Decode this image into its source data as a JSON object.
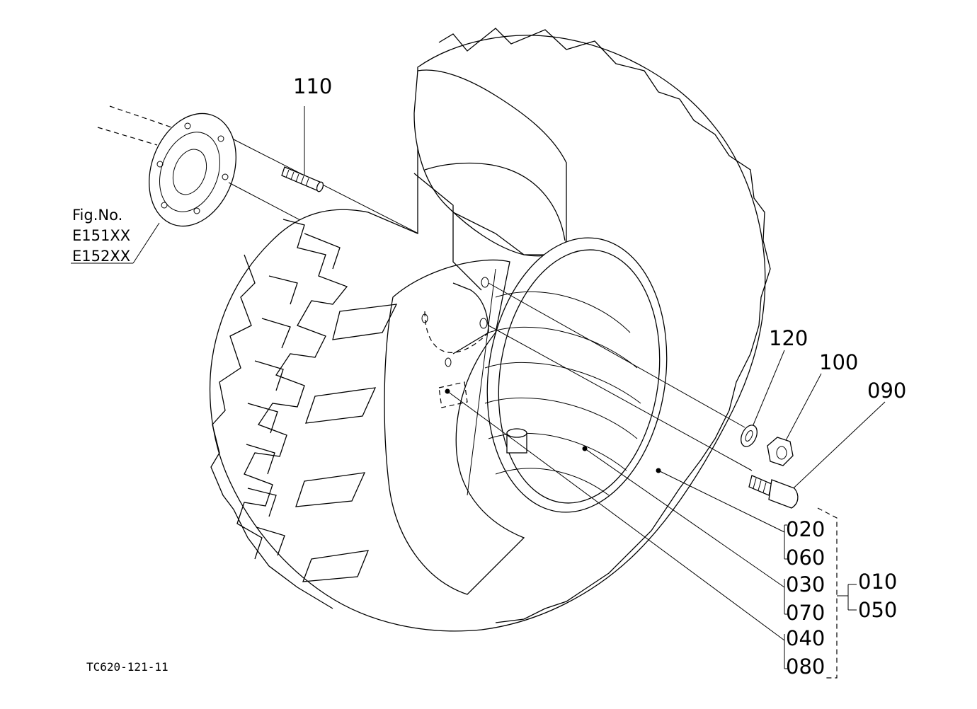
{
  "reference": {
    "label": "Fig.No.",
    "figures": [
      "E151XX",
      "E152XX"
    ]
  },
  "callouts": {
    "p110": "110",
    "p120": "120",
    "p100": "100",
    "p090": "090",
    "p020": "020",
    "p060": "060",
    "p030": "030",
    "p070": "070",
    "p040": "040",
    "p080": "080",
    "p010": "010",
    "p050": "050"
  },
  "drawing_code": "TC620-121-11"
}
